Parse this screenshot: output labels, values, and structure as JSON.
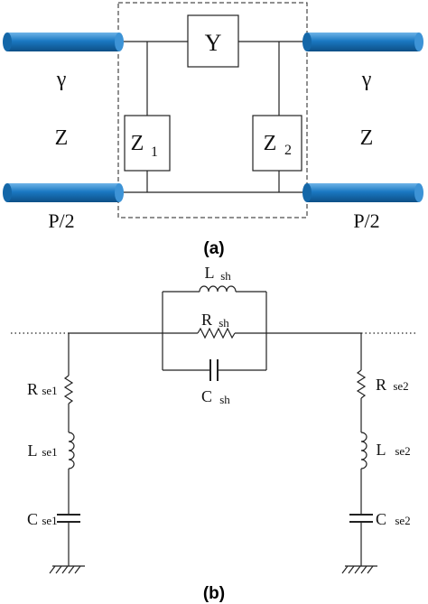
{
  "panel_a": {
    "caption": "(a)",
    "y_label": "Y",
    "z1_main": "Z",
    "z1_sub": "1",
    "z2_main": "Z",
    "z2_sub": "2",
    "left": {
      "gamma": "γ",
      "z": "Z",
      "p": "P/2"
    },
    "right": {
      "gamma": "γ",
      "z": "Z",
      "p": "P/2"
    },
    "cable_color": "#1a78c2"
  },
  "panel_b": {
    "caption": "(b)",
    "l_sh": {
      "main": "L",
      "sub": "sh"
    },
    "r_sh": {
      "main": "R",
      "sub": "sh"
    },
    "c_sh": {
      "main": "C",
      "sub": "sh"
    },
    "r_se1": {
      "main": "R",
      "sub": "se1"
    },
    "l_se1": {
      "main": "L",
      "sub": "se1"
    },
    "c_se1": {
      "main": "C",
      "sub": "se1"
    },
    "r_se2": {
      "main": "R",
      "sub": "se2"
    },
    "l_se2": {
      "main": "L",
      "sub": "se2"
    },
    "c_se2": {
      "main": "C",
      "sub": "se2"
    }
  }
}
